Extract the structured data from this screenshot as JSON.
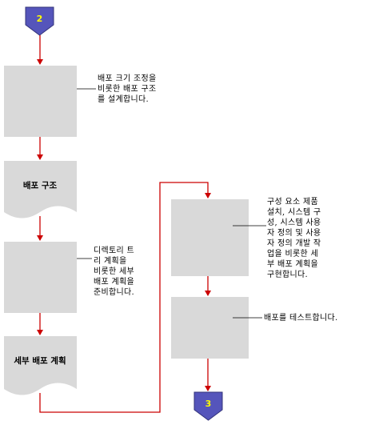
{
  "connectors": {
    "top": "2",
    "bottom": "3"
  },
  "left_column": {
    "step1_note": "배포 크기 조정을\n비롯한 배포 구조\n를 설계합니다.",
    "doc1_label": "배포 구조",
    "step2_note": "디렉토리 트\n리 계획을\n비롯한 세부\n배포 계획을\n준비합니다.",
    "doc2_label": "세부 배포 계획"
  },
  "right_column": {
    "step3_note": "구성 요소 제품\n설치, 시스템 구\n성, 시스템 사용\n자 정의 및 사용\n자 정의 개발 작\n업을 비롯한 세\n부 배포 계획을\n구현합니다.",
    "step4_note": "배포를 테스트합니다."
  },
  "colors": {
    "arrow": "#cc0000",
    "box_fill": "#d9d9d9",
    "connector_fill": "#5555bb",
    "connector_text": "#ffff00",
    "leader_line": "#000000"
  }
}
